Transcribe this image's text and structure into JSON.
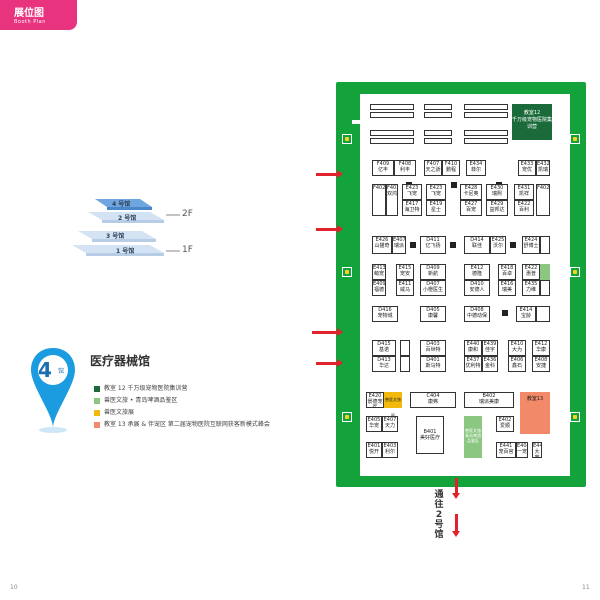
{
  "header": {
    "title": "展位图",
    "subtitle": "Booth Plan"
  },
  "pages": {
    "left": "10",
    "right": "11"
  },
  "floors": {
    "halls": [
      "4 号馆",
      "2 号馆",
      "3 号馆",
      "1 号馆"
    ],
    "levels": [
      "2F",
      "1F"
    ]
  },
  "hall": {
    "number": "4",
    "unit": "馆",
    "name": "医疗器械馆"
  },
  "legend": [
    {
      "text": "教室 12  千万级宠物医院集训营",
      "color": "#1b6b3a"
    },
    {
      "text": "兽医文旅 • 青岛啤酒品鉴区",
      "color": "#8bc780"
    },
    {
      "text": "兽医文旅展",
      "color": "#f2b90c"
    },
    {
      "text": "教室 13 承展 & 伴宠区 第二届宠物医院互联网获客新模式峰会",
      "color": "#f28a6a"
    }
  ],
  "exit": "通往2号馆",
  "special": {
    "classroom12": "教室12\n千万级宠物医院集训营",
    "classroom13": "教室13",
    "beer": "兽医文旅\n青岛啤酒品鉴区",
    "expo": "兽医文旅展"
  },
  "booths": [
    {
      "id": "F409",
      "name": "亿丰"
    },
    {
      "id": "F408",
      "name": "利丰"
    },
    {
      "id": "F407",
      "name": "天之骄"
    },
    {
      "id": "F410",
      "name": "鹏程"
    },
    {
      "id": "E434",
      "name": "菲尔"
    },
    {
      "id": "E433",
      "name": "宠优"
    },
    {
      "id": "E432",
      "name": "凯瑞"
    },
    {
      "id": "F402",
      "name": ""
    },
    {
      "id": "F403",
      "name": "双鸿"
    },
    {
      "id": "E423",
      "name": "飞宠"
    },
    {
      "id": "E428",
      "name": "卡尼奥"
    },
    {
      "id": "E430",
      "name": "瑞熙"
    },
    {
      "id": "E431",
      "name": "凯祥"
    },
    {
      "id": "E429",
      "name": "益邦达"
    },
    {
      "id": "E422",
      "name": "百利"
    },
    {
      "id": "E417",
      "name": "海卫特"
    },
    {
      "id": "E419",
      "name": "星士"
    },
    {
      "id": "E427",
      "name": "百宠"
    },
    {
      "id": "E426",
      "name": "山猫奇"
    },
    {
      "id": "E407",
      "name": "瑞派"
    },
    {
      "id": "D411",
      "name": "亿飞扬"
    },
    {
      "id": "D414",
      "name": "联佳"
    },
    {
      "id": "E425",
      "name": "沃尔"
    },
    {
      "id": "E424",
      "name": "舒博士"
    },
    {
      "id": "E413",
      "name": "萌宠"
    },
    {
      "id": "E415",
      "name": "宠安"
    },
    {
      "id": "D409",
      "name": "新航"
    },
    {
      "id": "E412",
      "name": "德隆"
    },
    {
      "id": "E418",
      "name": "百卓"
    },
    {
      "id": "E422",
      "name": "惠普"
    },
    {
      "id": "E409",
      "name": "福德"
    },
    {
      "id": "E411",
      "name": "威马"
    },
    {
      "id": "D407",
      "name": "小橙医生"
    },
    {
      "id": "D410",
      "name": "安德人"
    },
    {
      "id": "E416",
      "name": "瑞美"
    },
    {
      "id": "E435",
      "name": "力维"
    },
    {
      "id": "D416",
      "name": "宠物城"
    },
    {
      "id": "D405",
      "name": "康馨"
    },
    {
      "id": "D408",
      "name": "中德动保"
    },
    {
      "id": "E414",
      "name": "宝龄"
    },
    {
      "id": "D415",
      "name": "基诺"
    },
    {
      "id": "D403",
      "name": "百世特"
    },
    {
      "id": "E440",
      "name": "康和"
    },
    {
      "id": "E439",
      "name": "佳宇"
    },
    {
      "id": "E410",
      "name": "大为"
    },
    {
      "id": "E412",
      "name": "华康"
    },
    {
      "id": "D413",
      "name": "华达"
    },
    {
      "id": "D401",
      "name": "斯马特"
    },
    {
      "id": "E437",
      "name": "优利特"
    },
    {
      "id": "E436",
      "name": "金科"
    },
    {
      "id": "E406",
      "name": "鑫石"
    },
    {
      "id": "E408",
      "name": "安捷"
    },
    {
      "id": "E420",
      "name": "景德宠医"
    },
    {
      "id": "C404",
      "name": "康弗"
    },
    {
      "id": "B402",
      "name": "瑞派美康"
    },
    {
      "id": "E405",
      "name": "华宠"
    },
    {
      "id": "E407",
      "name": "天力"
    },
    {
      "id": "B401",
      "name": "美好医疗"
    },
    {
      "id": "E402",
      "name": "爱顺"
    },
    {
      "id": "E401",
      "name": "悦开"
    },
    {
      "id": "E403",
      "name": "利尔"
    },
    {
      "id": "E441",
      "name": "宠百官"
    },
    {
      "id": "E404",
      "name": "一宠"
    },
    {
      "id": "E442",
      "name": "大宠"
    }
  ]
}
